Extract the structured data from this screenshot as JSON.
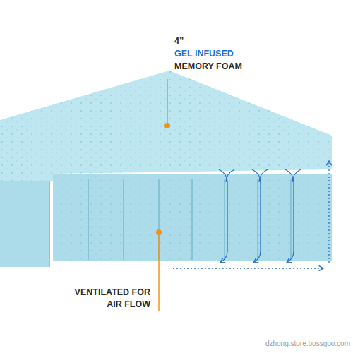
{
  "diagram": {
    "labels": [
      "4”",
      "GEL INFUSED",
      "MEMORY FOAM",
      "VENTILATED FOR AIR FLOW",
      "dzhong.store.bossgoo.com"
    ]
  }
}
